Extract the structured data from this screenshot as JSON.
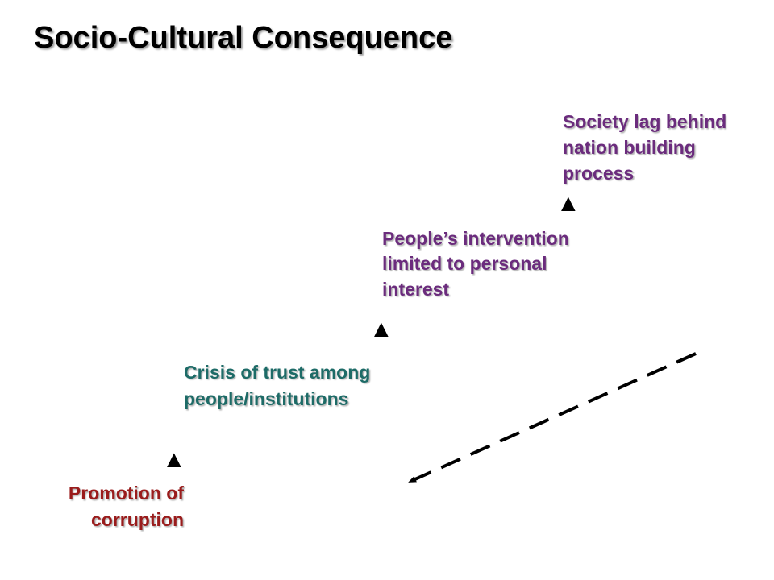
{
  "title": "Socio-Cultural Consequence",
  "steps": [
    {
      "label": "Promotion of\ncorruption",
      "color": "#9a1c1c"
    },
    {
      "label": "Crisis of trust among\npeople/institutions",
      "color": "#1d6b67"
    },
    {
      "label": "People’s intervention\nlimited to personal\ninterest",
      "color": "#6b2c7d"
    },
    {
      "label": "Society lag behind\nnation building\nprocess",
      "color": "#6b2c7d"
    }
  ],
  "arrow_glyph": "▲",
  "feedback_arrow": {
    "style": "dashed",
    "direction": "from top-right back to bottom-left"
  }
}
